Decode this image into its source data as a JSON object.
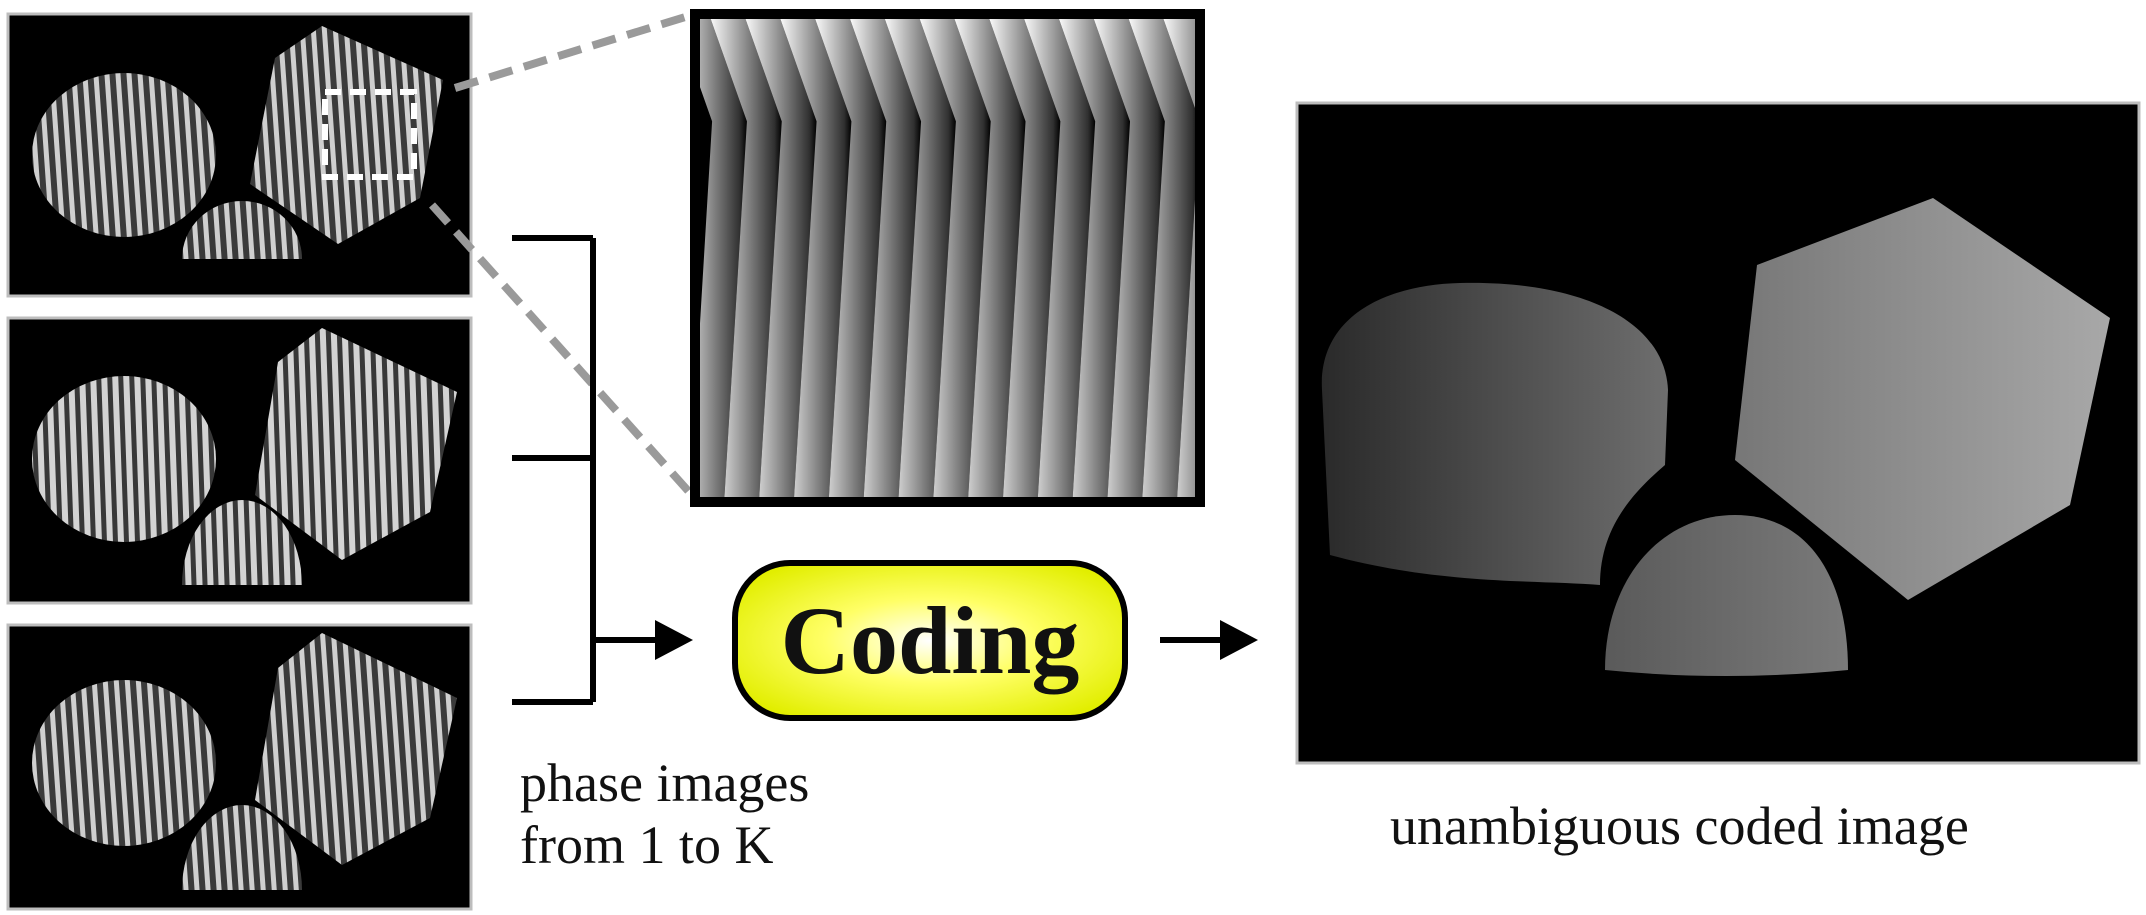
{
  "labels": {
    "phase_images": [
      "phase images",
      "from 1 to K"
    ],
    "coded_image": "unambiguous coded image",
    "coding": "Coding"
  },
  "colors": {
    "background": "#ffffff",
    "image_black": "#000000",
    "fringe_light": "#d0d0d0",
    "fringe_dark": "#3a3a3a",
    "coding_fill_center": "#ffff40",
    "coding_fill_edge": "#e8f000",
    "zoom_dash": "#9a9a9a",
    "selection_dash": "#ffffff",
    "arrow": "#000000"
  },
  "icons": [
    "arrow-right-icon",
    "bracket-connector"
  ],
  "diagram": {
    "phase_image_count": 3,
    "zoom_fringe_count": 15
  }
}
